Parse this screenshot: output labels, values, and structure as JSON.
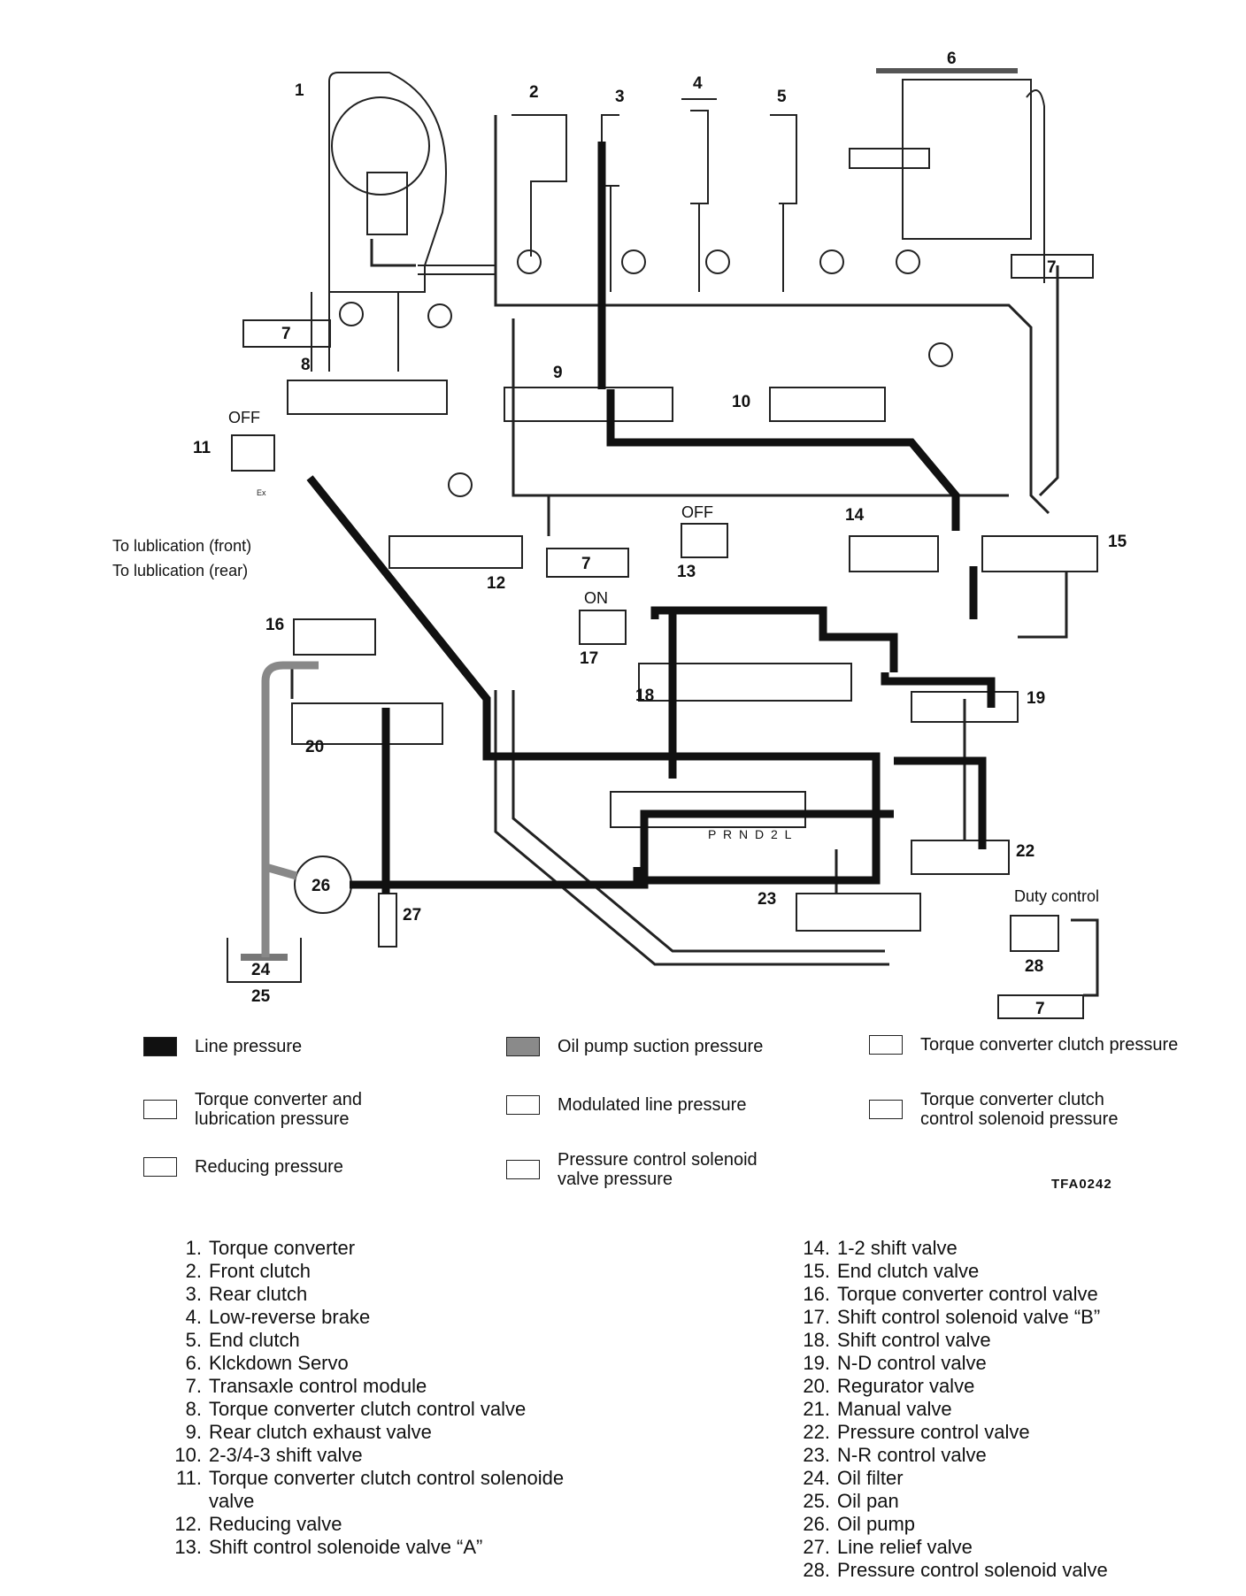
{
  "diagram": {
    "component_numbers": [
      "1",
      "2",
      "3",
      "4",
      "5",
      "6",
      "7",
      "8",
      "9",
      "10",
      "11",
      "12",
      "13",
      "14",
      "15",
      "16",
      "17",
      "18",
      "19",
      "20",
      "22",
      "23",
      "24",
      "25",
      "26",
      "27",
      "28"
    ],
    "tcm_label": "7",
    "solenoid_states": {
      "s11": "OFF",
      "s13": "OFF",
      "s17": "ON"
    },
    "labels": {
      "lub_front": "To lublication (front)",
      "lub_rear": "To lublication (rear)",
      "duty": "Duty control",
      "selector": "P R N D 2 L",
      "ex": "Ex"
    }
  },
  "legend": [
    {
      "label": "Line pressure",
      "fill": "#111111"
    },
    {
      "label": "Oil pump suction pressure",
      "fill": "#8a8a8a"
    },
    {
      "label": "Torque converter clutch pressure",
      "fill": "#ffffff"
    },
    {
      "label": "Torque converter and lubrication pressure",
      "fill": "#ffffff"
    },
    {
      "label": "Modulated line pressure",
      "fill": "#ffffff"
    },
    {
      "label": "Torque converter clutch control solenoid pressure",
      "fill": "#ffffff"
    },
    {
      "label": "Reducing pressure",
      "fill": "#ffffff"
    },
    {
      "label": "Pressure control solenoid valve pressure",
      "fill": "#ffffff"
    }
  ],
  "figure_code": "TFA0242",
  "parts_left": [
    {
      "n": "1.",
      "t": "Torque converter"
    },
    {
      "n": "2.",
      "t": "Front clutch"
    },
    {
      "n": "3.",
      "t": "Rear clutch"
    },
    {
      "n": "4.",
      "t": "Low-reverse brake"
    },
    {
      "n": "5.",
      "t": "End clutch"
    },
    {
      "n": "6.",
      "t": "Klckdown Servo"
    },
    {
      "n": "7.",
      "t": "Transaxle control module"
    },
    {
      "n": "8.",
      "t": "Torque converter clutch control valve"
    },
    {
      "n": "9.",
      "t": "Rear clutch exhaust valve"
    },
    {
      "n": "10.",
      "t": "2-3/4-3 shift valve"
    },
    {
      "n": "11.",
      "t": "Torque converter clutch control solenoide valve"
    },
    {
      "n": "12.",
      "t": "Reducing valve"
    },
    {
      "n": "13.",
      "t": "Shift control solenoide valve “A”"
    }
  ],
  "parts_right": [
    {
      "n": "14.",
      "t": "1-2 shift valve"
    },
    {
      "n": "15.",
      "t": "End clutch valve"
    },
    {
      "n": "16.",
      "t": "Torque converter control valve"
    },
    {
      "n": "17.",
      "t": "Shift control solenoid valve “B”"
    },
    {
      "n": "18.",
      "t": "Shift control valve"
    },
    {
      "n": "19.",
      "t": "N-D control valve"
    },
    {
      "n": "20.",
      "t": "Regurator valve"
    },
    {
      "n": "21.",
      "t": "Manual valve"
    },
    {
      "n": "22.",
      "t": "Pressure control valve"
    },
    {
      "n": "23.",
      "t": "N-R control valve"
    },
    {
      "n": "24.",
      "t": "Oil filter"
    },
    {
      "n": "25.",
      "t": "Oil pan"
    },
    {
      "n": "26.",
      "t": "Oil pump"
    },
    {
      "n": "27.",
      "t": "Line relief valve"
    },
    {
      "n": "28.",
      "t": "Pressure control solenoid valve"
    }
  ]
}
